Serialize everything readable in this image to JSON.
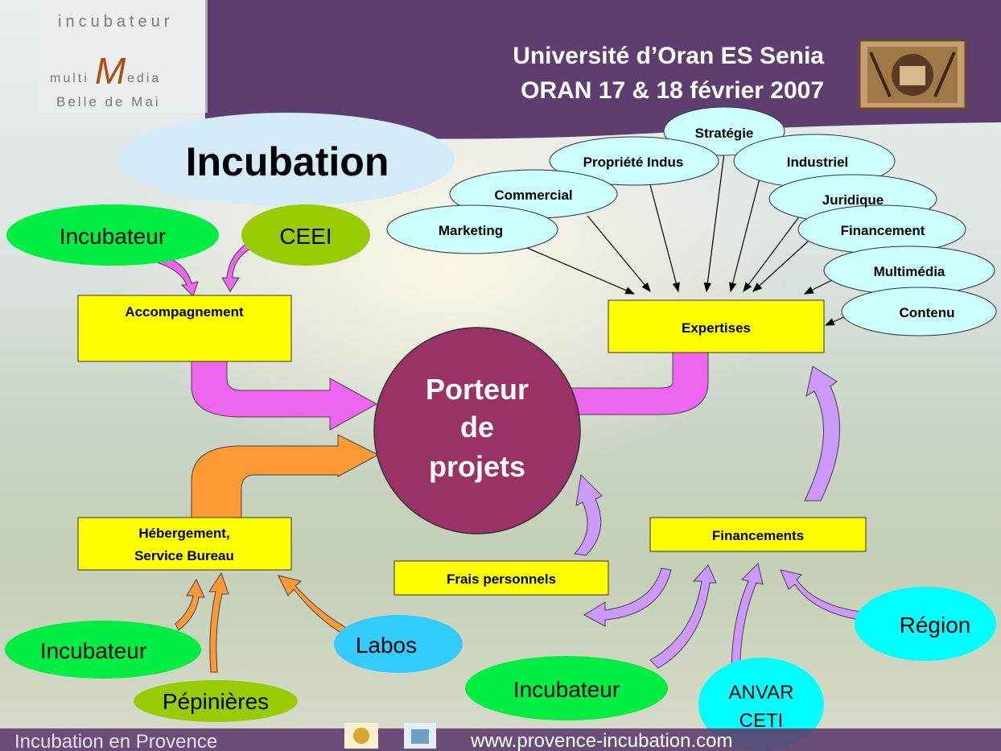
{
  "logo": {
    "line1": "incubateur",
    "line2a": "multi",
    "line2b": "M",
    "line2c": "edia",
    "line3": "Belle de Mai"
  },
  "header": {
    "line1": "Université d’Oran ES Senia",
    "line2": "ORAN 17 & 18 février 2007"
  },
  "title": "Incubation",
  "center": {
    "line1": "Porteur",
    "line2": "de",
    "line3": "projets"
  },
  "boxes": {
    "accompagnement": "Accompagnement",
    "expertises": "Expertises",
    "hebergement_line1": "Hébergement,",
    "hebergement_line2": "Service Bureau",
    "frais": "Frais personnels",
    "financements": "Financements"
  },
  "expertise_topics": {
    "strategie": "Stratégie",
    "propriete": "Propriété Indus",
    "industriel": "Industriel",
    "commercial": "Commercial",
    "juridique": "Juridique",
    "marketing": "Marketing",
    "financement": "Financement",
    "multimedia": "Multimédia",
    "contenu": "Contenu"
  },
  "sources": {
    "incubateur_top": "Incubateur",
    "ceei": "CEEI",
    "incubateur_left": "Incubateur",
    "labos": "Labos",
    "pepinieres": "Pépinières",
    "incubateur_bottom": "Incubateur",
    "anvar_line1": "ANVAR",
    "anvar_line2": "CETI",
    "region": "Région"
  },
  "footer": {
    "brand": "Incubation en Provence",
    "url": "www.provence-incubation.com"
  },
  "colors": {
    "header_band": "#5e3e6e",
    "pink_arrow": "#ee66ee",
    "orange_arrow": "#ff9933",
    "lilac_arrow": "#cc99ff",
    "box_yellow": "#ffff00",
    "center_circle": "#993366",
    "green": "#00ee44",
    "olive": "#99cc00",
    "cyan": "#00ffff",
    "sky": "#33ccff",
    "light_cyan": "#ccffff"
  }
}
